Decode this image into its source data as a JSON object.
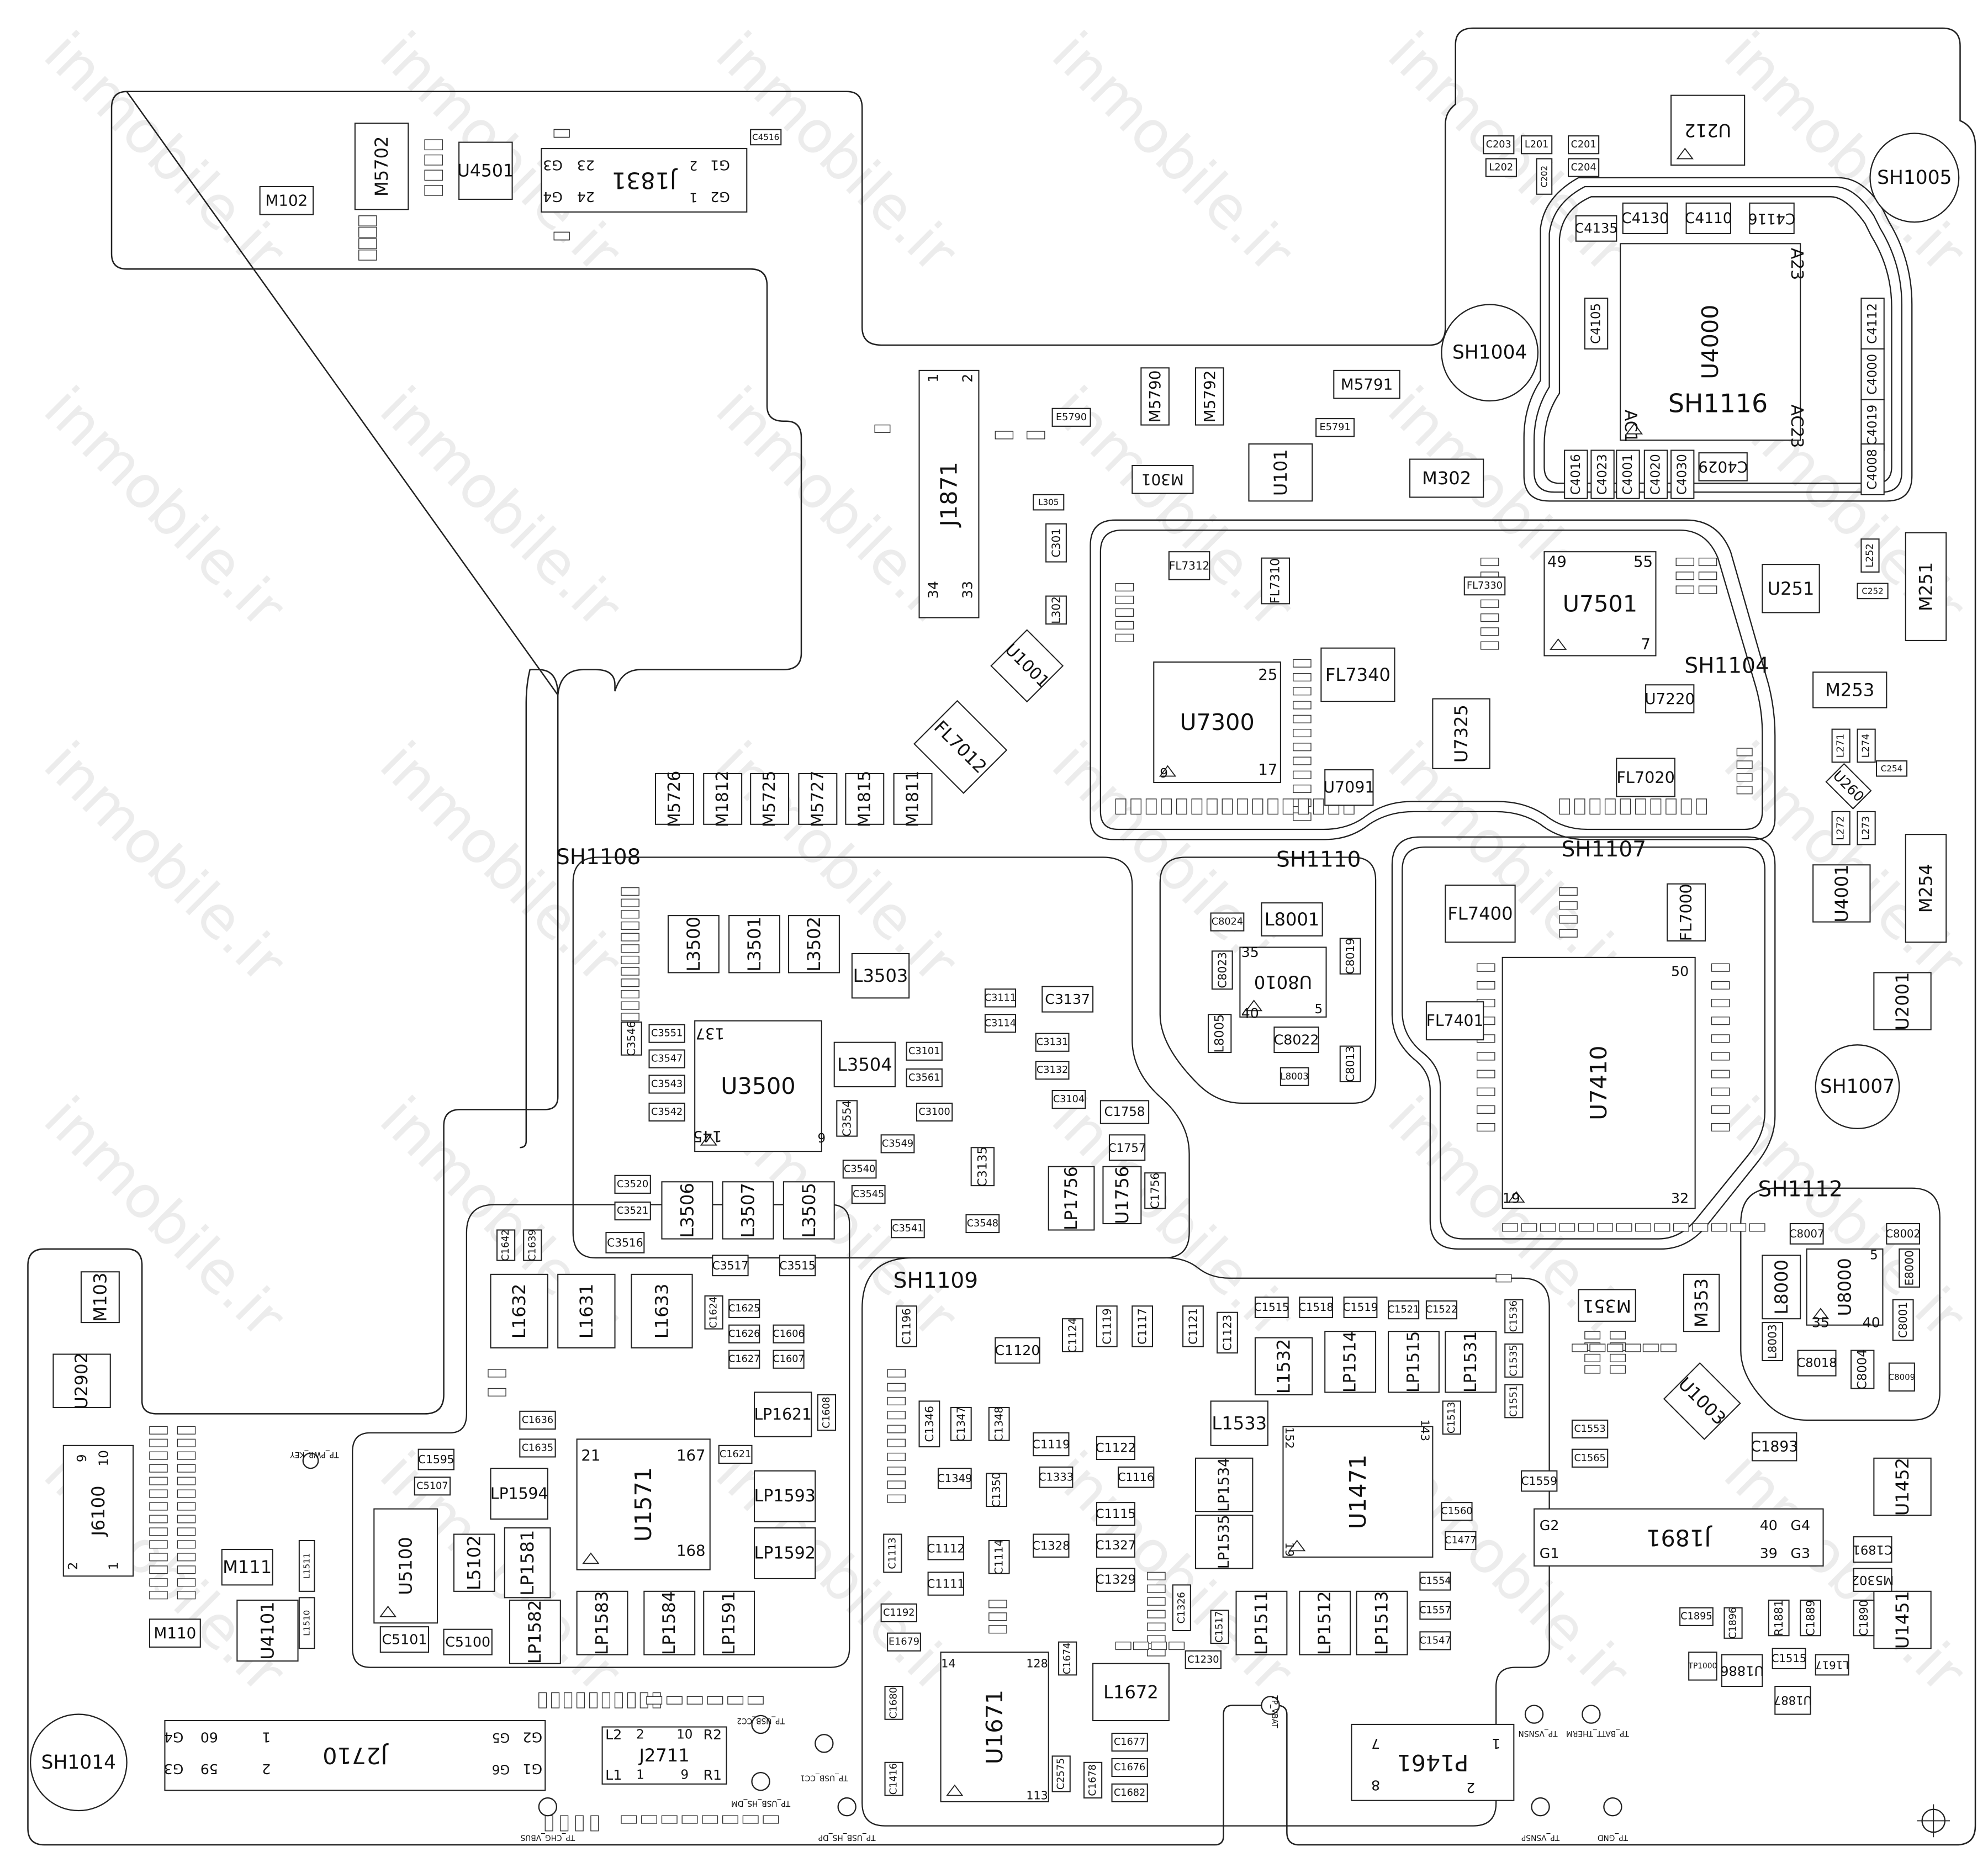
{
  "watermark": "inmobile.ir",
  "shields": [
    "SH1108",
    "SH1110",
    "SH1107",
    "SH1109",
    "SH1112",
    "SH1104",
    "SH1116"
  ],
  "holes": [
    "SH1005",
    "SH1004",
    "SH1007",
    "SH1014"
  ],
  "components": [
    "M102",
    "M5702",
    "U4501",
    "J1831",
    "C4516",
    "J1871",
    "E5790",
    "M5790",
    "M5792",
    "M5791",
    "E5791",
    "M301",
    "M302",
    "L305",
    "C301",
    "L302",
    "U101",
    "U7300",
    "FL7340",
    "U7325",
    "U7501",
    "FL7020",
    "U7091",
    "U7220",
    "FL7312",
    "FL7310",
    "FL7330",
    "M5726",
    "M1812",
    "M5725",
    "M5727",
    "M1815",
    "M1811",
    "FL7012",
    "U1001",
    "L3500",
    "L3501",
    "L3502",
    "L3503",
    "U3500",
    "L3504",
    "L3506",
    "L3507",
    "L3505",
    "LP1756",
    "U1756",
    "C3551",
    "C3547",
    "C3543",
    "C3542",
    "C3546",
    "C3554",
    "C3100",
    "C3101",
    "C3561",
    "C3135",
    "C3137",
    "C3111",
    "C3114",
    "C3131",
    "C3132",
    "C3104",
    "C1758",
    "C1757",
    "C1756",
    "C3520",
    "C3521",
    "C3516",
    "C3517",
    "C3515",
    "C3549",
    "C3540",
    "C3545",
    "C3541",
    "C3548",
    "L8001",
    "U8010",
    "L8005",
    "C8022",
    "C8024",
    "C8023",
    "L8003",
    "C8019",
    "C8013",
    "U7410",
    "FL7400",
    "FL7401",
    "FL7000",
    "U8000",
    "L8000",
    "C8007",
    "C8002",
    "L8003",
    "C8018",
    "C8004",
    "C8009",
    "C8001",
    "E8000",
    "L1632",
    "L1631",
    "L1633",
    "U1571",
    "LP1621",
    "LP1593",
    "LP1592",
    "LP1594",
    "U5100",
    "L5102",
    "LP1581",
    "LP1582",
    "LP1583",
    "LP1584",
    "LP1591",
    "C5101",
    "C5100",
    "C5107",
    "C1595",
    "C1636",
    "C1635",
    "C1621",
    "C1608",
    "C1625",
    "C1626",
    "C1627",
    "C1606",
    "C1607",
    "C1624",
    "C1642",
    "C1639",
    "M103",
    "U2902",
    "J6100",
    "M111",
    "U4101",
    "M110",
    "J2710",
    "J2711",
    "L1511",
    "L1510",
    "L1532",
    "LP1514",
    "LP1515",
    "LP1531",
    "L1533",
    "LP1534",
    "LP1535",
    "U1471",
    "LP1511",
    "LP1512",
    "LP1513",
    "U1671",
    "L1672",
    "C1120",
    "C1119",
    "C1122",
    "C1333",
    "C1116",
    "C1115",
    "C1112",
    "C1111",
    "C1328",
    "C1327",
    "C1329",
    "C1349",
    "C1346",
    "C1347",
    "C1348",
    "C1350",
    "C1114",
    "C1113",
    "C1192",
    "E1679",
    "C1677",
    "C1676",
    "C1682",
    "C1678",
    "C2575",
    "C1674",
    "C1515",
    "C1518",
    "C1519",
    "C1521",
    "C1522",
    "C1536",
    "C1535",
    "C1551",
    "C1513",
    "C1560",
    "C1477",
    "C1554",
    "C1557",
    "C1547",
    "C1230",
    "C1326",
    "C1517",
    "C1124",
    "C1119",
    "C1117",
    "C1121",
    "C1123",
    "C1196",
    "C1680",
    "C1416",
    "J1891",
    "U1452",
    "U1451",
    "P1461",
    "U2001",
    "U4001",
    "U251",
    "M251",
    "M253",
    "M254",
    "M353",
    "M351",
    "U1886",
    "U212",
    "L201",
    "C201",
    "C203",
    "C204",
    "L202",
    "C202",
    "U4000",
    "C4130",
    "C4110",
    "C4116",
    "C4135",
    "C4105",
    "C4112",
    "C4000",
    "C4019",
    "C4008",
    "C4016",
    "C4023",
    "C4001",
    "C4020",
    "C4030",
    "C4029",
    "L252",
    "C252",
    "L271",
    "L274",
    "L272",
    "L273",
    "U260",
    "C254",
    "C1893",
    "C1553",
    "C1565",
    "C1559",
    "C1891",
    "C1890",
    "C1889",
    "R1881",
    "C1515",
    "C1895",
    "C1896",
    "U1887",
    "L1617",
    "M5302",
    "TP1000",
    "U1003"
  ],
  "pins": [
    "A23",
    "AC1",
    "AC23",
    "49",
    "55",
    "7",
    "25",
    "17",
    "9",
    "137",
    "145",
    "9",
    "21",
    "167",
    "168",
    "152",
    "143",
    "19",
    "14",
    "128",
    "113",
    "50",
    "19",
    "32",
    "35",
    "40",
    "5",
    "35",
    "40",
    "5"
  ],
  "test_points": [
    "TP_PWR_KEY",
    "TP_USB_CC2",
    "TP_USB_CC1",
    "TP_USB_HS_DM",
    "TP_USB_HS_DP",
    "TP_CHG_VBUS",
    "TP_VBAT",
    "TP_VSNSN",
    "TP_BATT_THERM",
    "TP_VSNSP",
    "TP_GND"
  ],
  "connector_pins": [
    "G3",
    "G4",
    "G1",
    "G2",
    "23",
    "24",
    "1",
    "2",
    "34",
    "33",
    "2",
    "1",
    "10",
    "9",
    "1",
    "2",
    "G1",
    "G2",
    "G3",
    "G4",
    "59",
    "60",
    "G6",
    "G5",
    "1",
    "2",
    "L2",
    "L1",
    "R2",
    "R1",
    "10",
    "9",
    "2",
    "1",
    "40",
    "39",
    "G4",
    "G3",
    "G2",
    "G1",
    "7",
    "8",
    "2",
    "1"
  ]
}
